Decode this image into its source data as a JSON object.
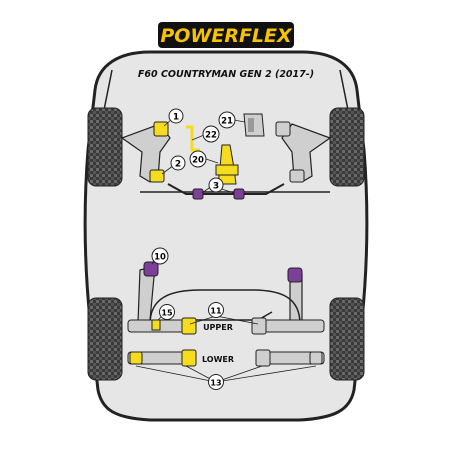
{
  "brand": {
    "logo_text": "POWERFLEX",
    "subtitle": "F60 COUNTRYMAN GEN 2 (2017-)"
  },
  "colors": {
    "car_body": "#e6e6e6",
    "outline": "#222222",
    "tyre": "#3a3a3a",
    "arm": "#cfcfcf",
    "bush": "#f5dc1f",
    "bush_purple": "#7e3f98",
    "logo_yellow": "#f6c300"
  },
  "callouts": {
    "c1": "1",
    "c2": "2",
    "c3": "3",
    "c10": "10",
    "c11": "11",
    "c13": "13",
    "c15": "15",
    "c20": "20",
    "c21": "21",
    "c22": "22"
  },
  "labels": {
    "upper": "UPPER",
    "lower": "LOWER"
  }
}
